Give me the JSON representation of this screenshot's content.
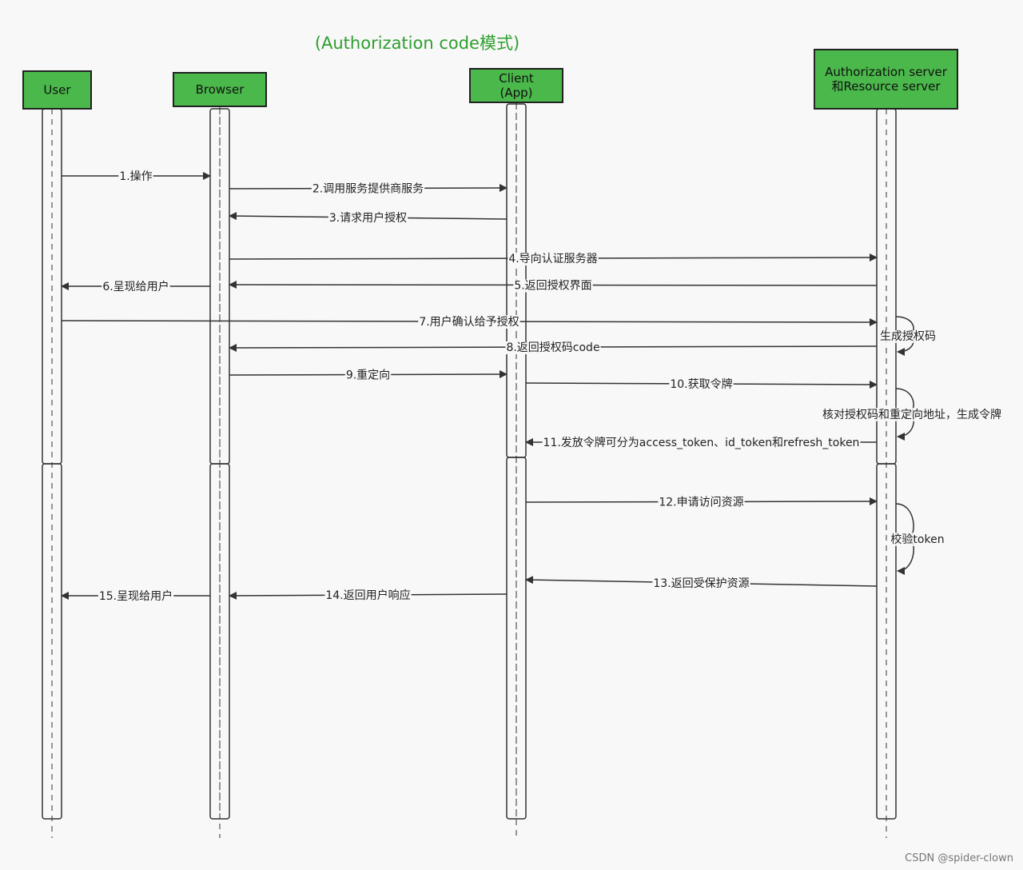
{
  "diagram": {
    "title": "(Authorization code模式)",
    "actors": [
      {
        "id": "user",
        "lines": [
          "User"
        ]
      },
      {
        "id": "browser",
        "lines": [
          "Browser"
        ]
      },
      {
        "id": "client",
        "lines": [
          "Client",
          "(App)"
        ]
      },
      {
        "id": "server",
        "lines": [
          "Authorization server",
          "和Resource server"
        ]
      }
    ],
    "messages": [
      {
        "id": "m1",
        "from": "user",
        "to": "browser",
        "label": "1.操作"
      },
      {
        "id": "m2",
        "from": "browser",
        "to": "client",
        "label": "2.调用服务提供商服务"
      },
      {
        "id": "m3",
        "from": "client",
        "to": "browser",
        "label": "3.请求用户授权"
      },
      {
        "id": "m4",
        "from": "browser",
        "to": "server",
        "label": "4.导向认证服务器"
      },
      {
        "id": "m5",
        "from": "server",
        "to": "browser",
        "label": "5.返回授权界面"
      },
      {
        "id": "m6",
        "from": "browser",
        "to": "user",
        "label": "6.呈现给用户"
      },
      {
        "id": "m7",
        "from": "user",
        "to": "server",
        "label": "7.用户确认给予授权"
      },
      {
        "id": "m8",
        "from": "server",
        "to": "browser",
        "label": "8.返回授权码code"
      },
      {
        "id": "m9",
        "from": "browser",
        "to": "client",
        "label": "9.重定向"
      },
      {
        "id": "m10",
        "from": "client",
        "to": "server",
        "label": "10.获取令牌"
      },
      {
        "id": "m11",
        "from": "server",
        "to": "client",
        "label": "11.发放令牌可分为access_token、id_token和refresh_token"
      },
      {
        "id": "m12",
        "from": "client",
        "to": "server",
        "label": "12.申请访问资源"
      },
      {
        "id": "m13",
        "from": "server",
        "to": "client",
        "label": "13.返回受保护资源"
      },
      {
        "id": "m14",
        "from": "client",
        "to": "browser",
        "label": "14.返回用户响应"
      },
      {
        "id": "m15",
        "from": "browser",
        "to": "user",
        "label": "15.呈现给用户"
      }
    ],
    "self_notes": [
      {
        "id": "n1",
        "actor": "server",
        "label": "生成授权码"
      },
      {
        "id": "n2",
        "actor": "server",
        "label": "核对授权码和重定向地址，生成令牌"
      },
      {
        "id": "n3",
        "actor": "server",
        "label": "校验token"
      }
    ],
    "watermark": "CSDN @spider-clown",
    "colors": {
      "actor_fill": "#4ab84a",
      "actor_border": "#222222",
      "title": "#2e9e2e",
      "line": "#333333"
    }
  }
}
